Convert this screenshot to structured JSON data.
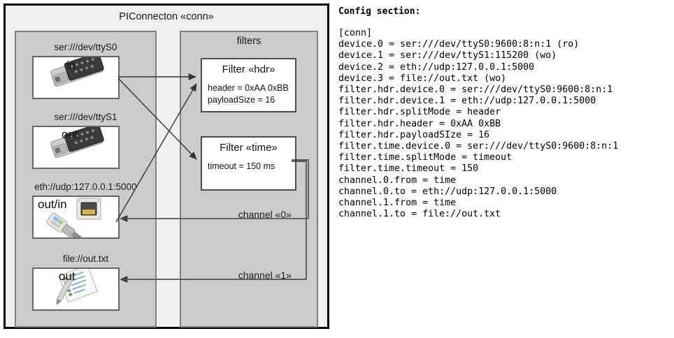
{
  "diagram": {
    "title": "PIConnecton «conn»",
    "panels": {
      "devices_title": "",
      "filters_title": "filters"
    },
    "devices": [
      {
        "label": "ser:///dev/ttyS0",
        "direction": "in",
        "icon": "serial-connector-icon"
      },
      {
        "label": "ser:///dev/ttyS1",
        "direction": "out",
        "icon": "serial-connector-icon"
      },
      {
        "label": "eth://udp:127.0.0.1:5000",
        "direction": "out/in",
        "icon": "ethernet-jack-icon"
      },
      {
        "label": "file://out.txt",
        "direction": "out",
        "icon": "text-file-pencil-icon"
      }
    ],
    "filters": [
      {
        "title": "Filter «hdr»",
        "attrs": [
          "header = 0xAA 0xBB",
          "payloadSize = 16"
        ]
      },
      {
        "title": "Filter «time»",
        "attrs": [
          "timeout = 150 ms"
        ]
      }
    ],
    "channels": [
      {
        "label": "channel «0»"
      },
      {
        "label": "channel «1»"
      }
    ],
    "colors": {
      "frame": "#000000",
      "panel_fill": "#cccccc",
      "panel_border": "#808080",
      "canvas": "#efefef",
      "box_fill": "#ffffff",
      "edge": "#333333"
    }
  },
  "config": {
    "heading": "Config section:",
    "lines": [
      "[conn]",
      "device.0 = ser:///dev/ttyS0:9600:8:n:1 (ro)",
      "device.1 = ser:///dev/ttyS1:115200 (wo)",
      "device.2 = eth://udp:127.0.0.1:5000",
      "device.3 = file://out.txt (wo)",
      "filter.hdr.device.0 = ser:///dev/ttyS0:9600:8:n:1",
      "filter.hdr.device.1 = eth://udp:127.0.0.1:5000",
      "filter.hdr.splitMode = header",
      "filter.hdr.header = 0xAA 0xBB",
      "filter.hdr.payloadSIze = 16",
      "filter.time.device.0 = ser:///dev/ttyS0:9600:8:n:1",
      "filter.time.splitMode = timeout",
      "filter.time.timeout = 150",
      "channel.0.from = time",
      "channel.0.to = eth://udp:127.0.0.1:5000",
      "channel.1.from = time",
      "channel.1.to = file://out.txt"
    ],
    "text": "[conn]\ndevice.0 = ser:///dev/ttyS0:9600:8:n:1 (ro)\ndevice.1 = ser:///dev/ttyS1:115200 (wo)\ndevice.2 = eth://udp:127.0.0.1:5000\ndevice.3 = file://out.txt (wo)\nfilter.hdr.device.0 = ser:///dev/ttyS0:9600:8:n:1\nfilter.hdr.device.1 = eth://udp:127.0.0.1:5000\nfilter.hdr.splitMode = header\nfilter.hdr.header = 0xAA 0xBB\nfilter.hdr.payloadSIze = 16\nfilter.time.device.0 = ser:///dev/ttyS0:9600:8:n:1\nfilter.time.splitMode = timeout\nfilter.time.timeout = 150\nchannel.0.from = time\nchannel.0.to = eth://udp:127.0.0.1:5000\nchannel.1.from = time\nchannel.1.to = file://out.txt"
  }
}
